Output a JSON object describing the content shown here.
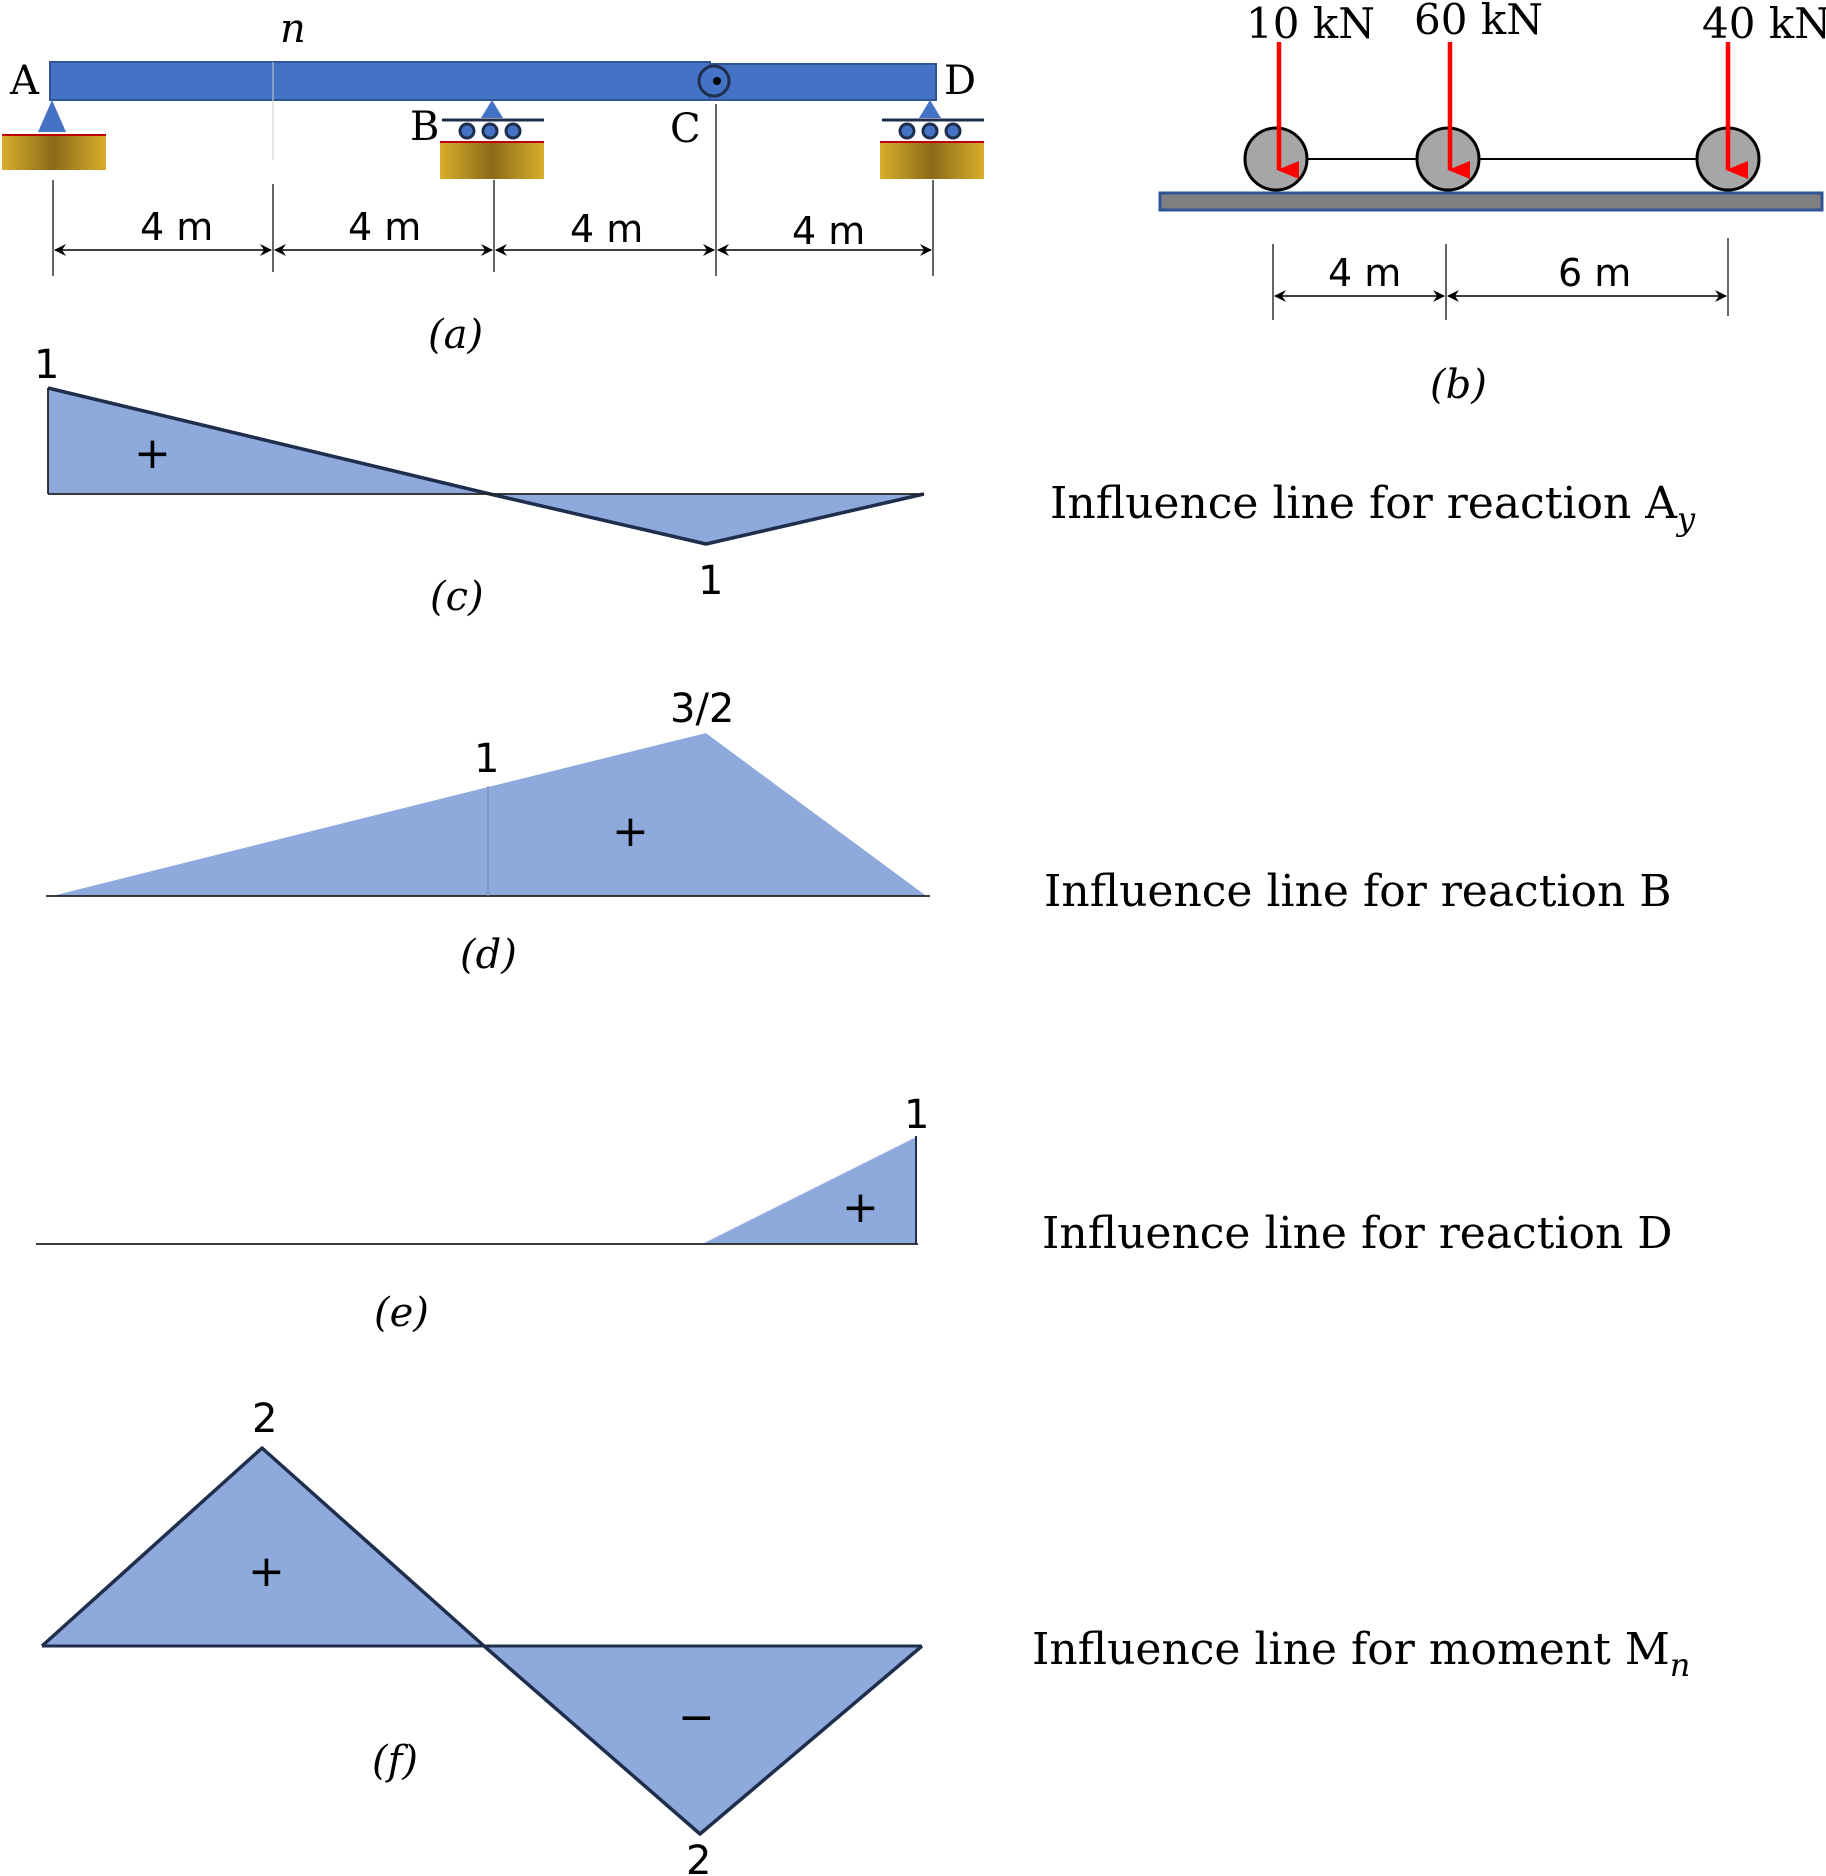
{
  "beam": {
    "labels": {
      "A": "A",
      "B": "B",
      "C": "C",
      "D": "D",
      "n": "n"
    },
    "spans": [
      "4 m",
      "4 m",
      "4 m",
      "4 m"
    ],
    "caption": "(a)",
    "colors": {
      "beam": "#4472C4",
      "support_block": "#C9A227",
      "support_triangle": "#4472C4"
    }
  },
  "loading": {
    "loads": [
      "10 kN",
      "60 kN",
      "40 kN"
    ],
    "spacings": [
      "4 m",
      "6 m"
    ],
    "caption": "(b)",
    "colors": {
      "arrow": "#FF0000",
      "wheel": "#A6A6A6",
      "rail": "#808080"
    }
  },
  "panels": {
    "c": {
      "caption": "(c)",
      "title": "Influence line for reaction A",
      "title_sub": "y",
      "values": {
        "at_A": "1",
        "at_C": "1"
      },
      "signs": [
        "+"
      ]
    },
    "d": {
      "caption": "(d)",
      "title": "Influence line for reaction B",
      "values": {
        "at_B": "1",
        "at_C": "3/2"
      },
      "signs": [
        "+"
      ]
    },
    "e": {
      "caption": "(e)",
      "title": "Influence line for reaction D",
      "values": {
        "at_D": "1"
      },
      "signs": [
        "+"
      ]
    },
    "f": {
      "caption": "(f)",
      "title": "Influence line for moment M",
      "title_sub": "n",
      "values": {
        "at_n": "2",
        "at_C": "2"
      },
      "signs": [
        "+",
        "−"
      ]
    }
  },
  "colors": {
    "il_fill": "#8EA9DB",
    "il_outline": "#1F2E4D"
  }
}
